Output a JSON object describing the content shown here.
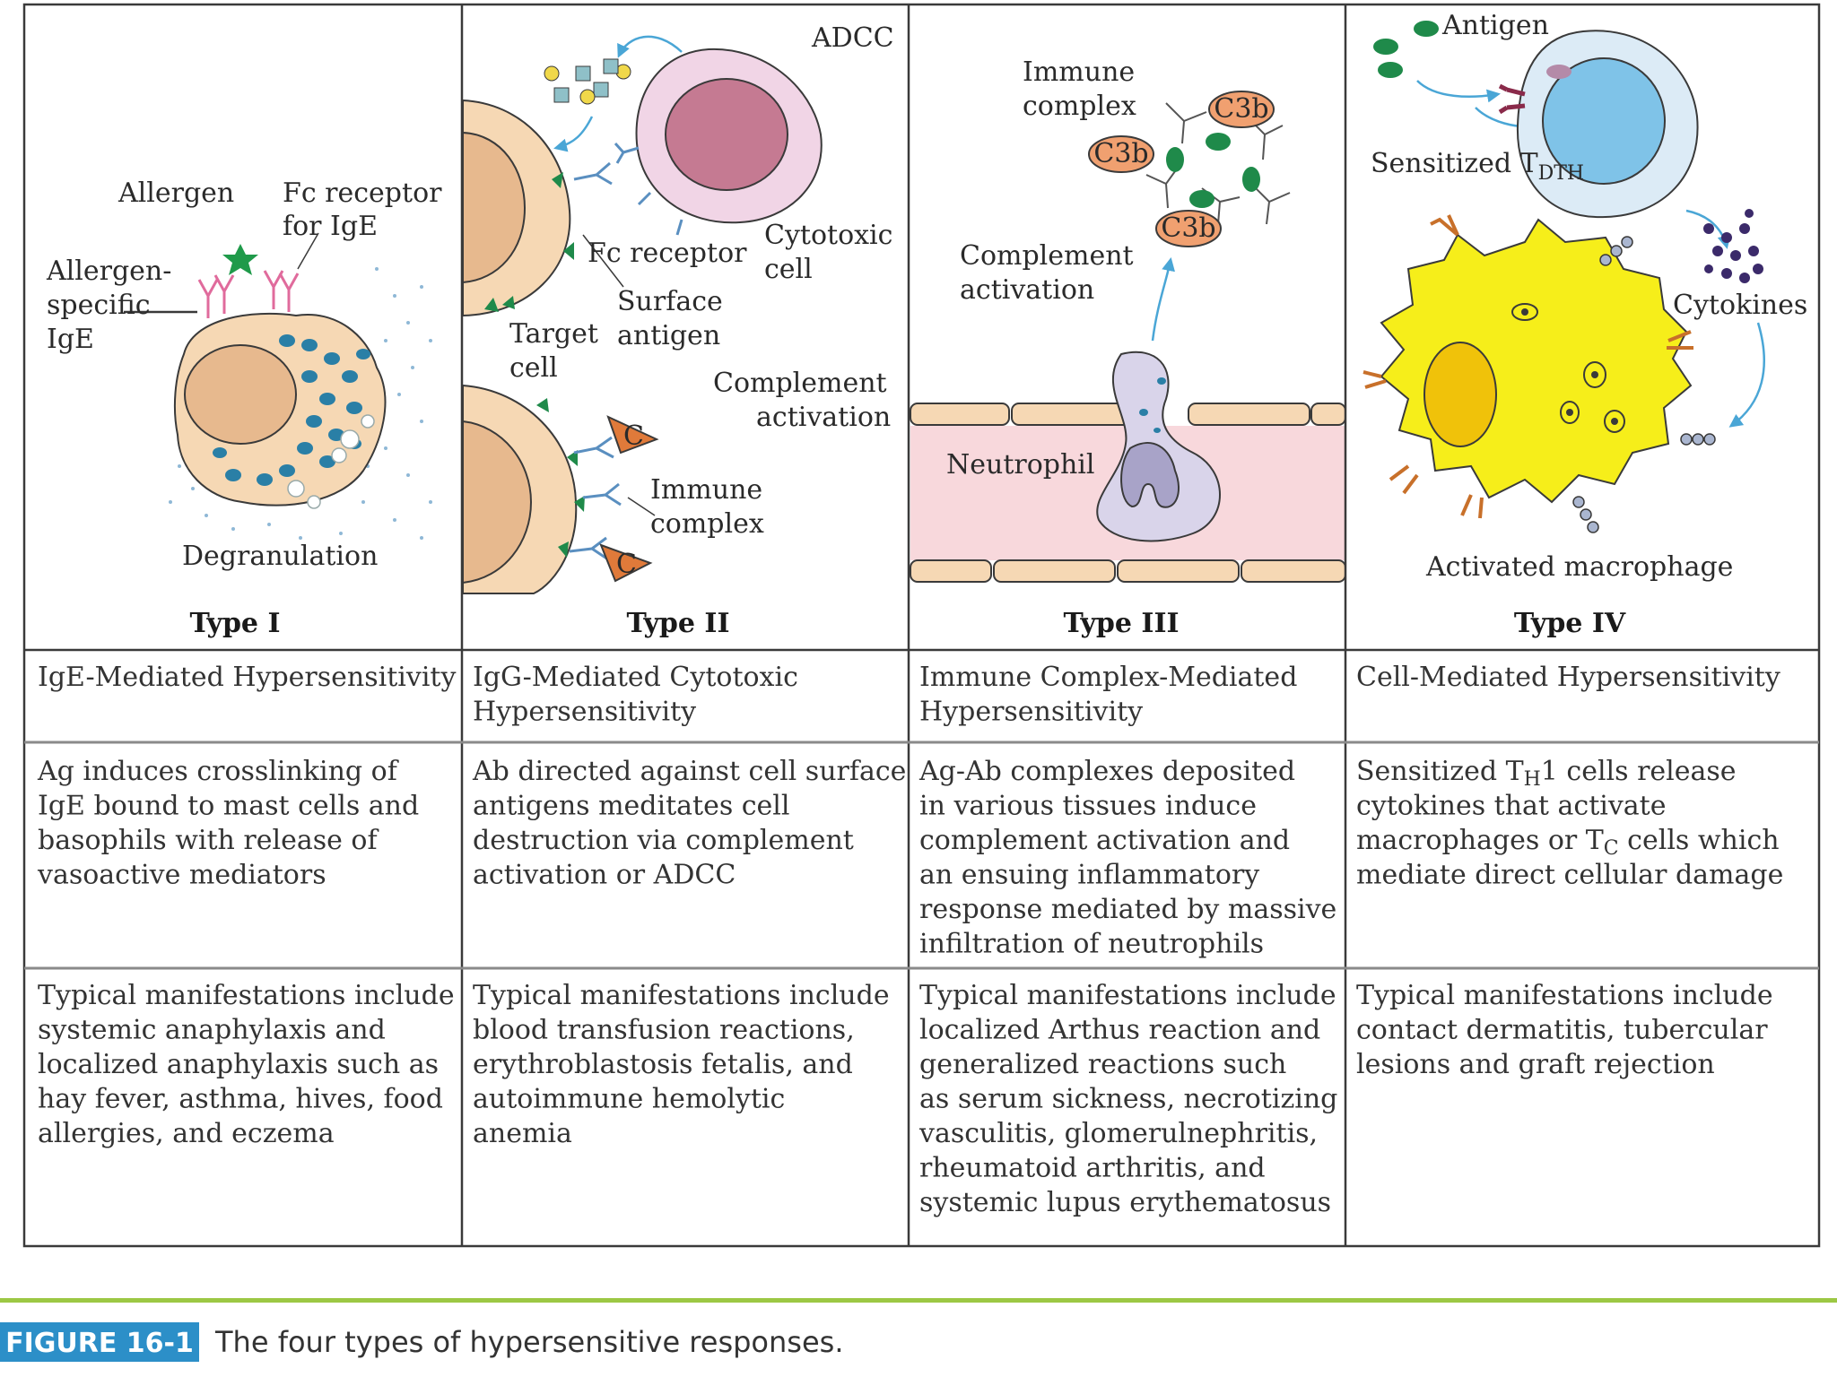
{
  "panels": [
    {
      "type_label": "Type I",
      "labels": {
        "allergen": "Allergen",
        "fc_receptor": [
          "Fc receptor",
          "for IgE"
        ],
        "allergen_specific": [
          "Allergen-",
          "specific",
          "IgE"
        ],
        "degranulation": "Degranulation"
      }
    },
    {
      "type_label": "Type II",
      "labels": {
        "adcc": "ADCC",
        "fc_receptor": "Fc receptor",
        "cytotoxic": [
          "Cytotoxic",
          "cell"
        ],
        "surface_antigen": [
          "Surface",
          "antigen"
        ],
        "target_cell": [
          "Target",
          "cell"
        ],
        "complement": [
          "Complement",
          "activation"
        ],
        "immune_complex": [
          "Immune",
          "complex"
        ],
        "c_symbol": "C"
      }
    },
    {
      "type_label": "Type III",
      "labels": {
        "immune_complex": [
          "Immune",
          "complex"
        ],
        "c3b": "C3b",
        "complement": [
          "Complement",
          "activation"
        ],
        "neutrophil": "Neutrophil"
      }
    },
    {
      "type_label": "Type IV",
      "labels": {
        "antigen": "Antigen",
        "sensitized_prefix": "Sensitized T",
        "sensitized_sub": "DTH",
        "cytokines": "Cytokines",
        "activated_macrophage": "Activated macrophage"
      }
    }
  ],
  "table": {
    "names": [
      [
        "IgE-Mediated Hypersensitivity"
      ],
      [
        "IgG-Mediated Cytotoxic",
        "Hypersensitivity"
      ],
      [
        "Immune Complex-Mediated",
        "Hypersensitivity"
      ],
      [
        "Cell-Mediated Hypersensitivity"
      ]
    ],
    "mechanisms": [
      [
        "Ag induces crosslinking of",
        "IgE bound to mast cells and",
        "basophils with release of",
        "vasoactive mediators"
      ],
      [
        "Ab directed against cell surface",
        "antigens meditates cell",
        "destruction via complement",
        "activation or ADCC"
      ],
      [
        "Ag-Ab complexes deposited",
        "in various tissues induce",
        "complement activation and",
        "an ensuing inflammatory",
        "response mediated by massive",
        "infiltration of neutrophils"
      ],
      [
        [
          {
            "t": "Sensitized T"
          },
          {
            "t": "H",
            "sub": true
          },
          {
            "t": "1 cells release"
          }
        ],
        [
          {
            "t": "cytokines that activate"
          }
        ],
        [
          {
            "t": "macrophages or T"
          },
          {
            "t": "C",
            "sub": true
          },
          {
            "t": " cells which"
          }
        ],
        [
          {
            "t": "mediate direct cellular damage"
          }
        ]
      ]
    ],
    "manifestations": [
      [
        "Typical manifestations include",
        "systemic anaphylaxis and",
        "localized anaphylaxis such as",
        "hay fever, asthma, hives, food",
        "allergies, and eczema"
      ],
      [
        "Typical manifestations include",
        "blood transfusion reactions,",
        "erythroblastosis fetalis, and",
        "autoimmune hemolytic",
        "anemia"
      ],
      [
        "Typical manifestations include",
        "localized Arthus reaction and",
        "generalized reactions such",
        "as serum sickness, necrotizing",
        "vasculitis, glomerulnephritis,",
        "rheumatoid arthritis, and",
        "systemic lupus erythematosus"
      ],
      [
        "Typical manifestations include",
        "contact dermatitis, tubercular",
        "lesions and graft rejection"
      ]
    ]
  },
  "caption": {
    "tag": "FIGURE 16-1",
    "text": "The four types of hypersensitive responses."
  },
  "colors": {
    "cell_fill": "#f6d8b4",
    "nucleus": "#e7b98e",
    "granule": "#2a7fa6",
    "antibody_pink": "#e06b9c",
    "antibody_blue": "#5a8fc0",
    "antigen_green": "#1f8a4a",
    "complement_orange": "#e07a3a",
    "cytotoxic_fill": "#f1d5e6",
    "cytotoxic_nucleus": "#c57a92",
    "vessel_fill": "#f8d8dc",
    "neutrophil_fill": "#d9d4ea",
    "tcell_fill": "#dcebf6",
    "tcell_nucleus": "#7fc3e8",
    "macrophage_fill": "#f6ee1a",
    "cytokine_dot": "#3b2a6a",
    "caption_bar": "#9cc844",
    "caption_tag": "#2c8fc8"
  }
}
